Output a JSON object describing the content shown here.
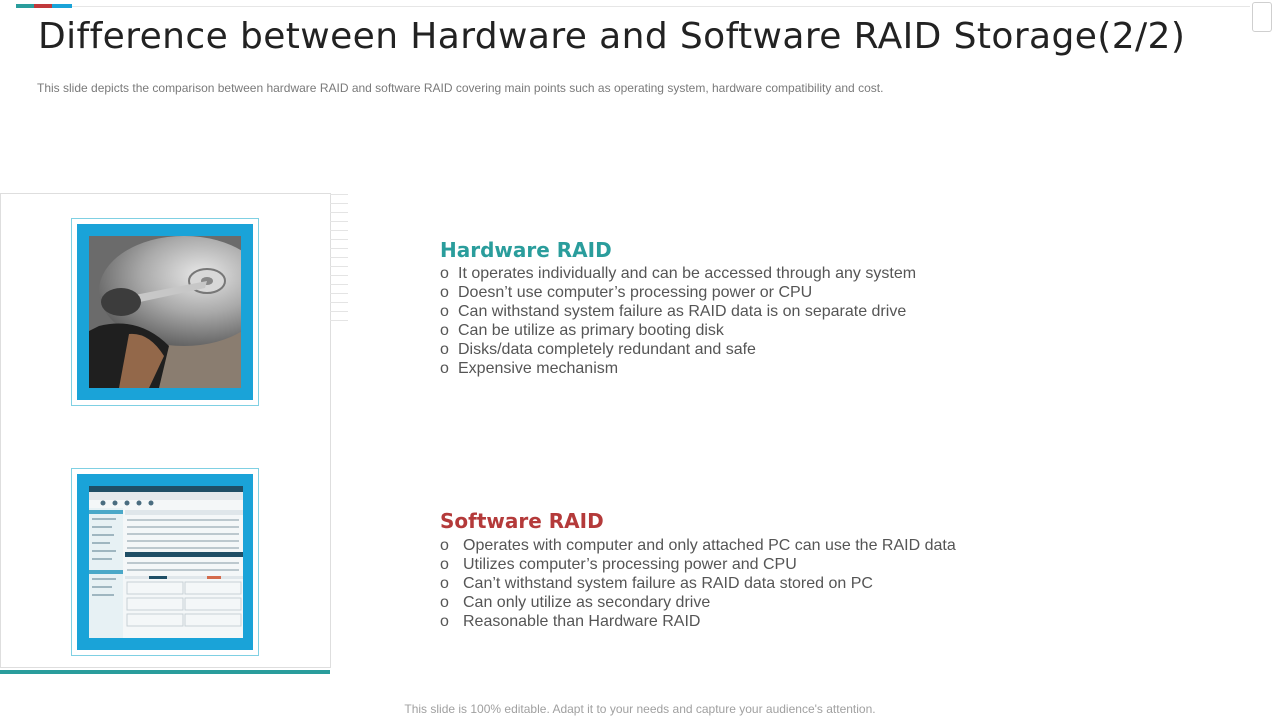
{
  "colors": {
    "accent_teal": "#2a9d9c",
    "accent_red": "#b43a3a",
    "accent_blue": "#1aa3d8",
    "frame_blue": "#7fd0e3",
    "text_gray": "#555555",
    "top_bar": [
      "#2a9d9c",
      "#c0393b",
      "#1aa3d8"
    ]
  },
  "header": {
    "title": "Difference between Hardware and Software RAID Storage(2/2)",
    "subtitle": "This slide depicts the comparison between hardware RAID and software RAID covering main points such as operating system, hardware compatibility and cost."
  },
  "images": [
    {
      "icon": "hard-drive-photo"
    },
    {
      "icon": "software-window-screenshot"
    }
  ],
  "bullet_glyph": "o",
  "hardware": {
    "heading": "Hardware RAID",
    "items": [
      "It operates individually and can be accessed through any system",
      "Doesn’t use computer’s processing power or CPU",
      "Can withstand system failure as RAID data is on separate drive",
      "Can be utilize as primary booting disk",
      "Disks/data completely redundant and safe",
      "Expensive mechanism"
    ]
  },
  "software": {
    "heading": "Software RAID",
    "items": [
      "Operates with computer and only attached PC can use the RAID data",
      "Utilizes computer’s processing power and CPU",
      "Can’t withstand system failure as RAID data stored on PC",
      "Can only utilize as secondary drive",
      "Reasonable than Hardware RAID"
    ]
  },
  "footer": {
    "text": "This slide is 100% editable. Adapt it to your needs and capture your audience's attention."
  }
}
